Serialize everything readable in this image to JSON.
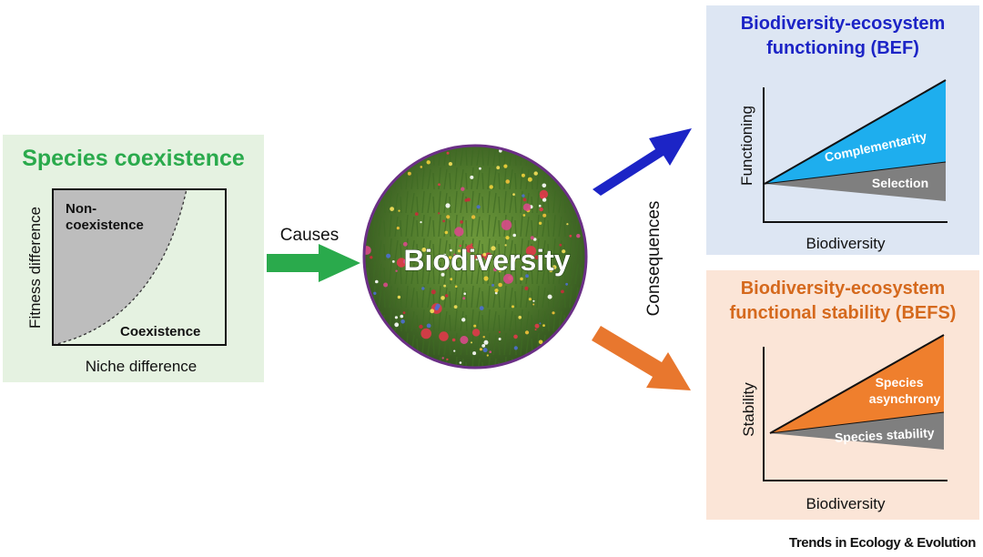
{
  "coexistence": {
    "title": "Species coexistence",
    "region_non": "Non-\ncoexistence",
    "region_co": "Coexistence",
    "xlabel": "Niche difference",
    "ylabel": "Fitness difference"
  },
  "center": {
    "causes_label": "Causes",
    "consequences_label": "Consequences",
    "circle_label": "Biodiversity"
  },
  "bef": {
    "title_line1": "Biodiversity-ecosystem",
    "title_line2": "functioning (BEF)",
    "ylabel": "Functioning",
    "xlabel": "Biodiversity",
    "upper_wedge": "Complementarity",
    "lower_wedge": "Selection"
  },
  "befs": {
    "title_line1": "Biodiversity-ecosystem",
    "title_line2": "functional stability (BEFS)",
    "ylabel": "Stability",
    "xlabel": "Biodiversity",
    "upper_wedge": "Species\nasynchrony",
    "lower_wedge": "Species stability"
  },
  "credit": "Trends in Ecology & Evolution",
  "colors": {
    "green": "#2aaa4c",
    "blue": "#1c24c6",
    "orange": "#e8772e",
    "cyan_fill": "#1eaeee",
    "orange_fill": "#ef7f2d",
    "gray_fill": "#7f7f7f"
  }
}
